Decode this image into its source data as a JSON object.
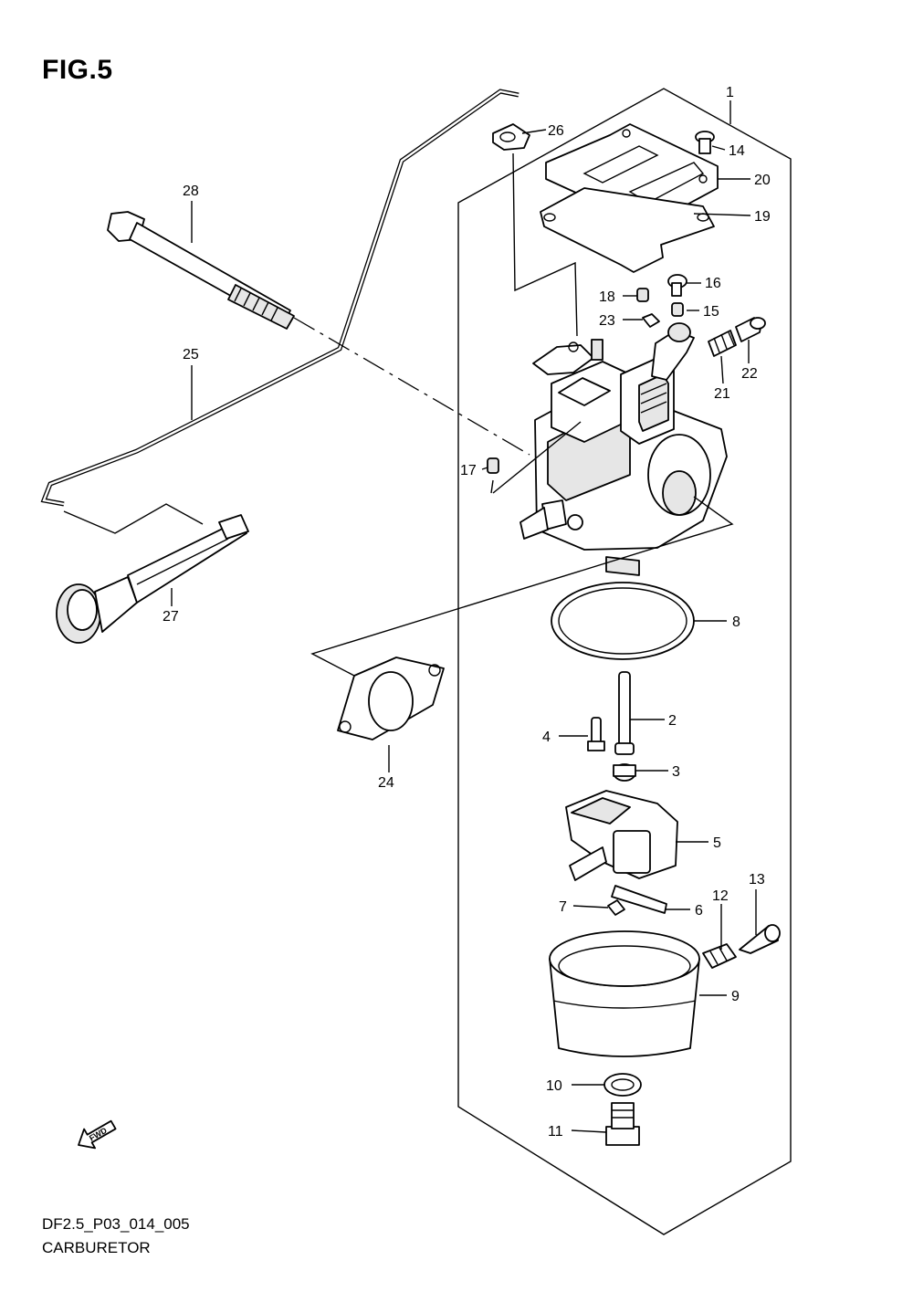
{
  "figure": {
    "title": "FIG.5",
    "code": "DF2.5_P03_014_005",
    "caption": "CARBURETOR",
    "fwd_label": "FWD"
  },
  "callouts": {
    "c1": "1",
    "c2": "2",
    "c3": "3",
    "c4": "4",
    "c5": "5",
    "c6": "6",
    "c7": "7",
    "c8": "8",
    "c9": "9",
    "c10": "10",
    "c11": "11",
    "c12": "12",
    "c13": "13",
    "c14": "14",
    "c15": "15",
    "c16": "16",
    "c17": "17",
    "c18": "18",
    "c19": "19",
    "c20": "20",
    "c21": "21",
    "c22": "22",
    "c23": "23",
    "c24": "24",
    "c25": "25",
    "c26": "26",
    "c27": "27",
    "c28": "28"
  }
}
